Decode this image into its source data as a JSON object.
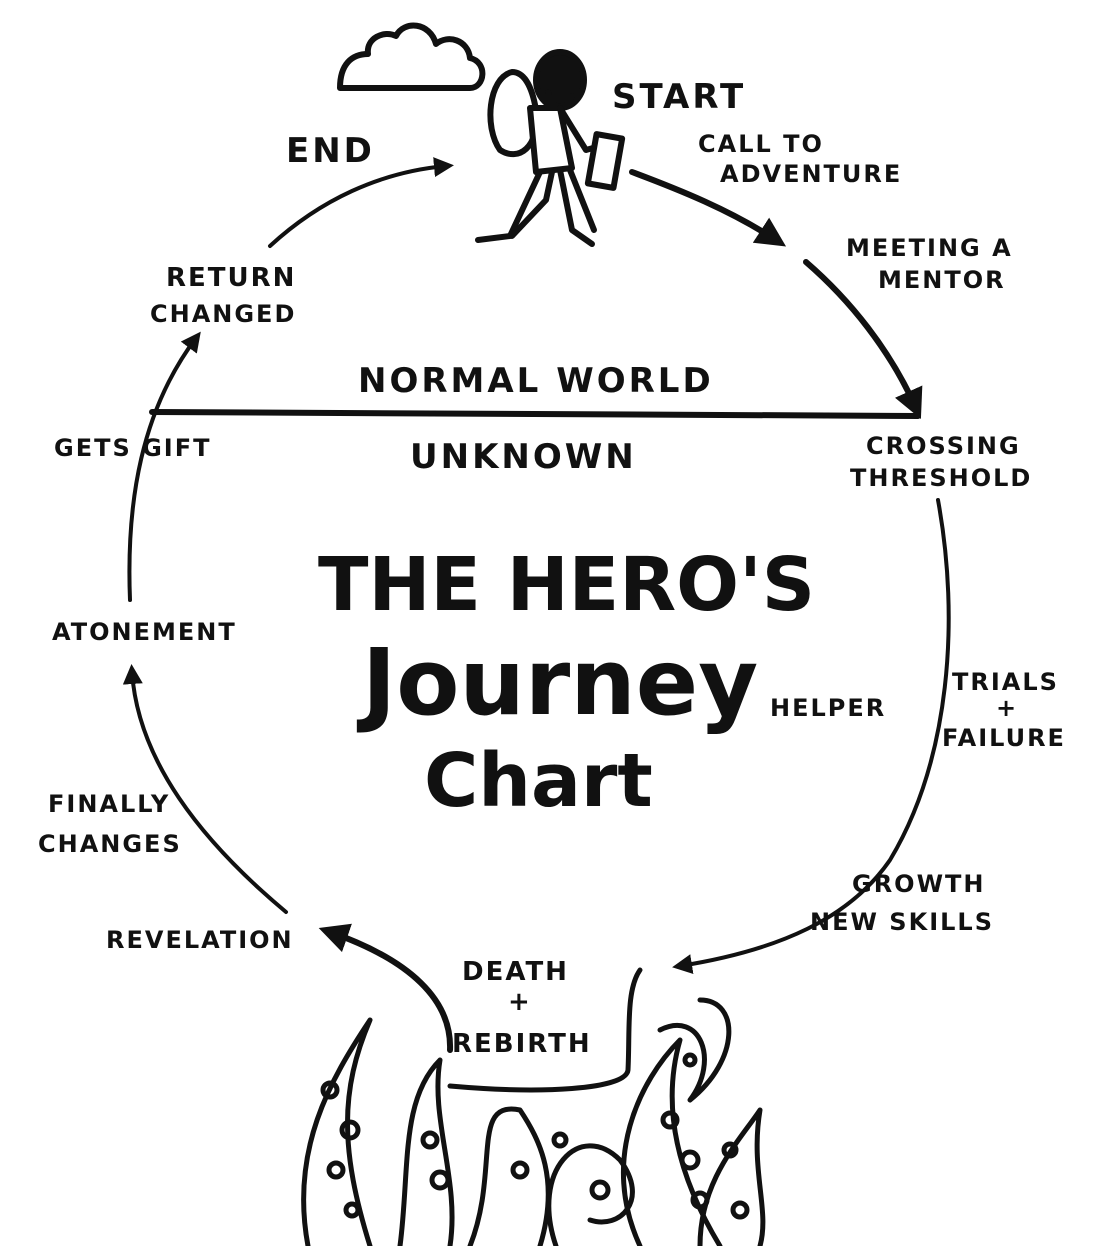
{
  "title": {
    "line1": "THE HERO'S",
    "line2": "Journey",
    "line3": "Chart"
  },
  "regions": {
    "top": "NORMAL WORLD",
    "bottom": "UNKNOWN"
  },
  "stages": {
    "start": "START",
    "call": [
      "CALL TO",
      "ADVENTURE"
    ],
    "mentor": [
      "MEETING A",
      "MENTOR"
    ],
    "threshold": [
      "CROSSING",
      "THRESHOLD"
    ],
    "helper": "HELPER",
    "trials": [
      "TRIALS",
      "+",
      "FAILURE"
    ],
    "growth": [
      "GROWTH",
      "NEW SKILLS"
    ],
    "death": [
      "DEATH",
      "+",
      "REBIRTH"
    ],
    "revelation": "REVELATION",
    "finally": [
      "FINALLY",
      "CHANGES"
    ],
    "atonement": "ATONEMENT",
    "gift": "GETS GIFT",
    "return": [
      "RETURN",
      "CHANGED"
    ],
    "end": "END"
  },
  "colors": {
    "ink": "#111111",
    "background": "#ffffff"
  }
}
